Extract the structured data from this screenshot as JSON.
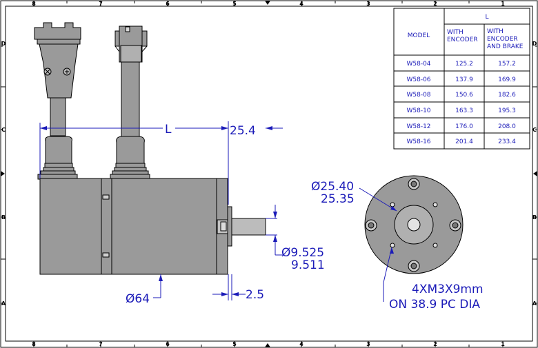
{
  "border": {
    "col_labels": [
      "8",
      "7",
      "6",
      "5",
      "4",
      "3",
      "2",
      "1"
    ],
    "row_labels": [
      "D",
      "C",
      "B",
      "A"
    ]
  },
  "table": {
    "col_model": "MODEL",
    "col_l": "L",
    "sub_encoder": [
      "WITH",
      "ENCODER"
    ],
    "sub_encoder_brake": [
      "WITH",
      "ENCODER",
      "AND BRAKE"
    ],
    "rows": [
      {
        "model": "W58-04",
        "enc": "125.2",
        "brake": "157.2"
      },
      {
        "model": "W58-06",
        "enc": "137.9",
        "brake": "169.9"
      },
      {
        "model": "W58-08",
        "enc": "150.6",
        "brake": "182.6"
      },
      {
        "model": "W58-10",
        "enc": "163.3",
        "brake": "195.3"
      },
      {
        "model": "W58-12",
        "enc": "176.0",
        "brake": "208.0"
      },
      {
        "model": "W58-16",
        "enc": "201.4",
        "brake": "233.4"
      }
    ]
  },
  "dims": {
    "length": "L",
    "shaft_len": "25.4",
    "pilot_dia": [
      "Ø25.40",
      "25.35"
    ],
    "shaft_dia": [
      "Ø9.525",
      "9.511"
    ],
    "body_dia": "Ø64",
    "flange": "2.5",
    "holes": [
      "4XM3X9mm",
      "ON 38.9 PC DIA"
    ]
  }
}
